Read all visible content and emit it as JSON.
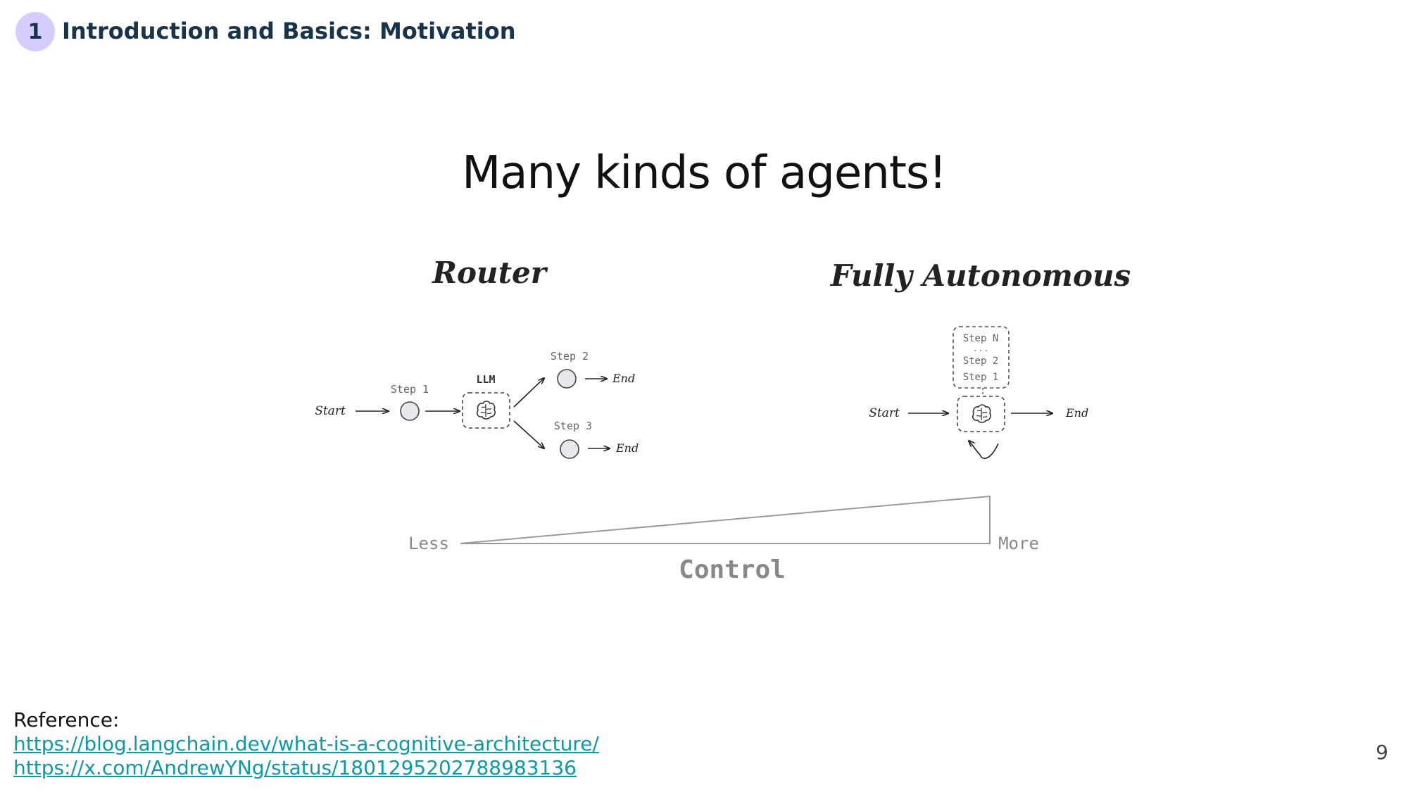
{
  "header": {
    "section_number": "1",
    "section_title": "Introduction and Basics: Motivation"
  },
  "slide": {
    "title": "Many kinds of agents!",
    "page_number": "9"
  },
  "diagram": {
    "router": {
      "heading": "Router",
      "start_label": "Start",
      "step1_label": "Step 1",
      "llm_label": "LLM",
      "step2_label": "Step 2",
      "step3_label": "Step 3",
      "end_label_a": "End",
      "end_label_b": "End",
      "brain_icon": "brain-icon"
    },
    "autonomous": {
      "heading": "Fully Autonomous",
      "start_label": "Start",
      "end_label": "End",
      "stack_step_n": "Step N",
      "stack_dots": "...",
      "stack_step_2": "Step 2",
      "stack_step_1": "Step 1",
      "brain_icon": "brain-icon"
    },
    "control_scale": {
      "less_label": "Less",
      "more_label": "More",
      "axis_label": "Control"
    },
    "colors": {
      "node_fill": "#e6e8ee",
      "scale_line": "#9a9a9a",
      "scale_text": "#888888"
    }
  },
  "references": {
    "label": "Reference:",
    "links": [
      "https://blog.langchain.dev/what-is-a-cognitive-architecture/",
      "https://x.com/AndrewYNg/status/1801295202788983136"
    ]
  }
}
